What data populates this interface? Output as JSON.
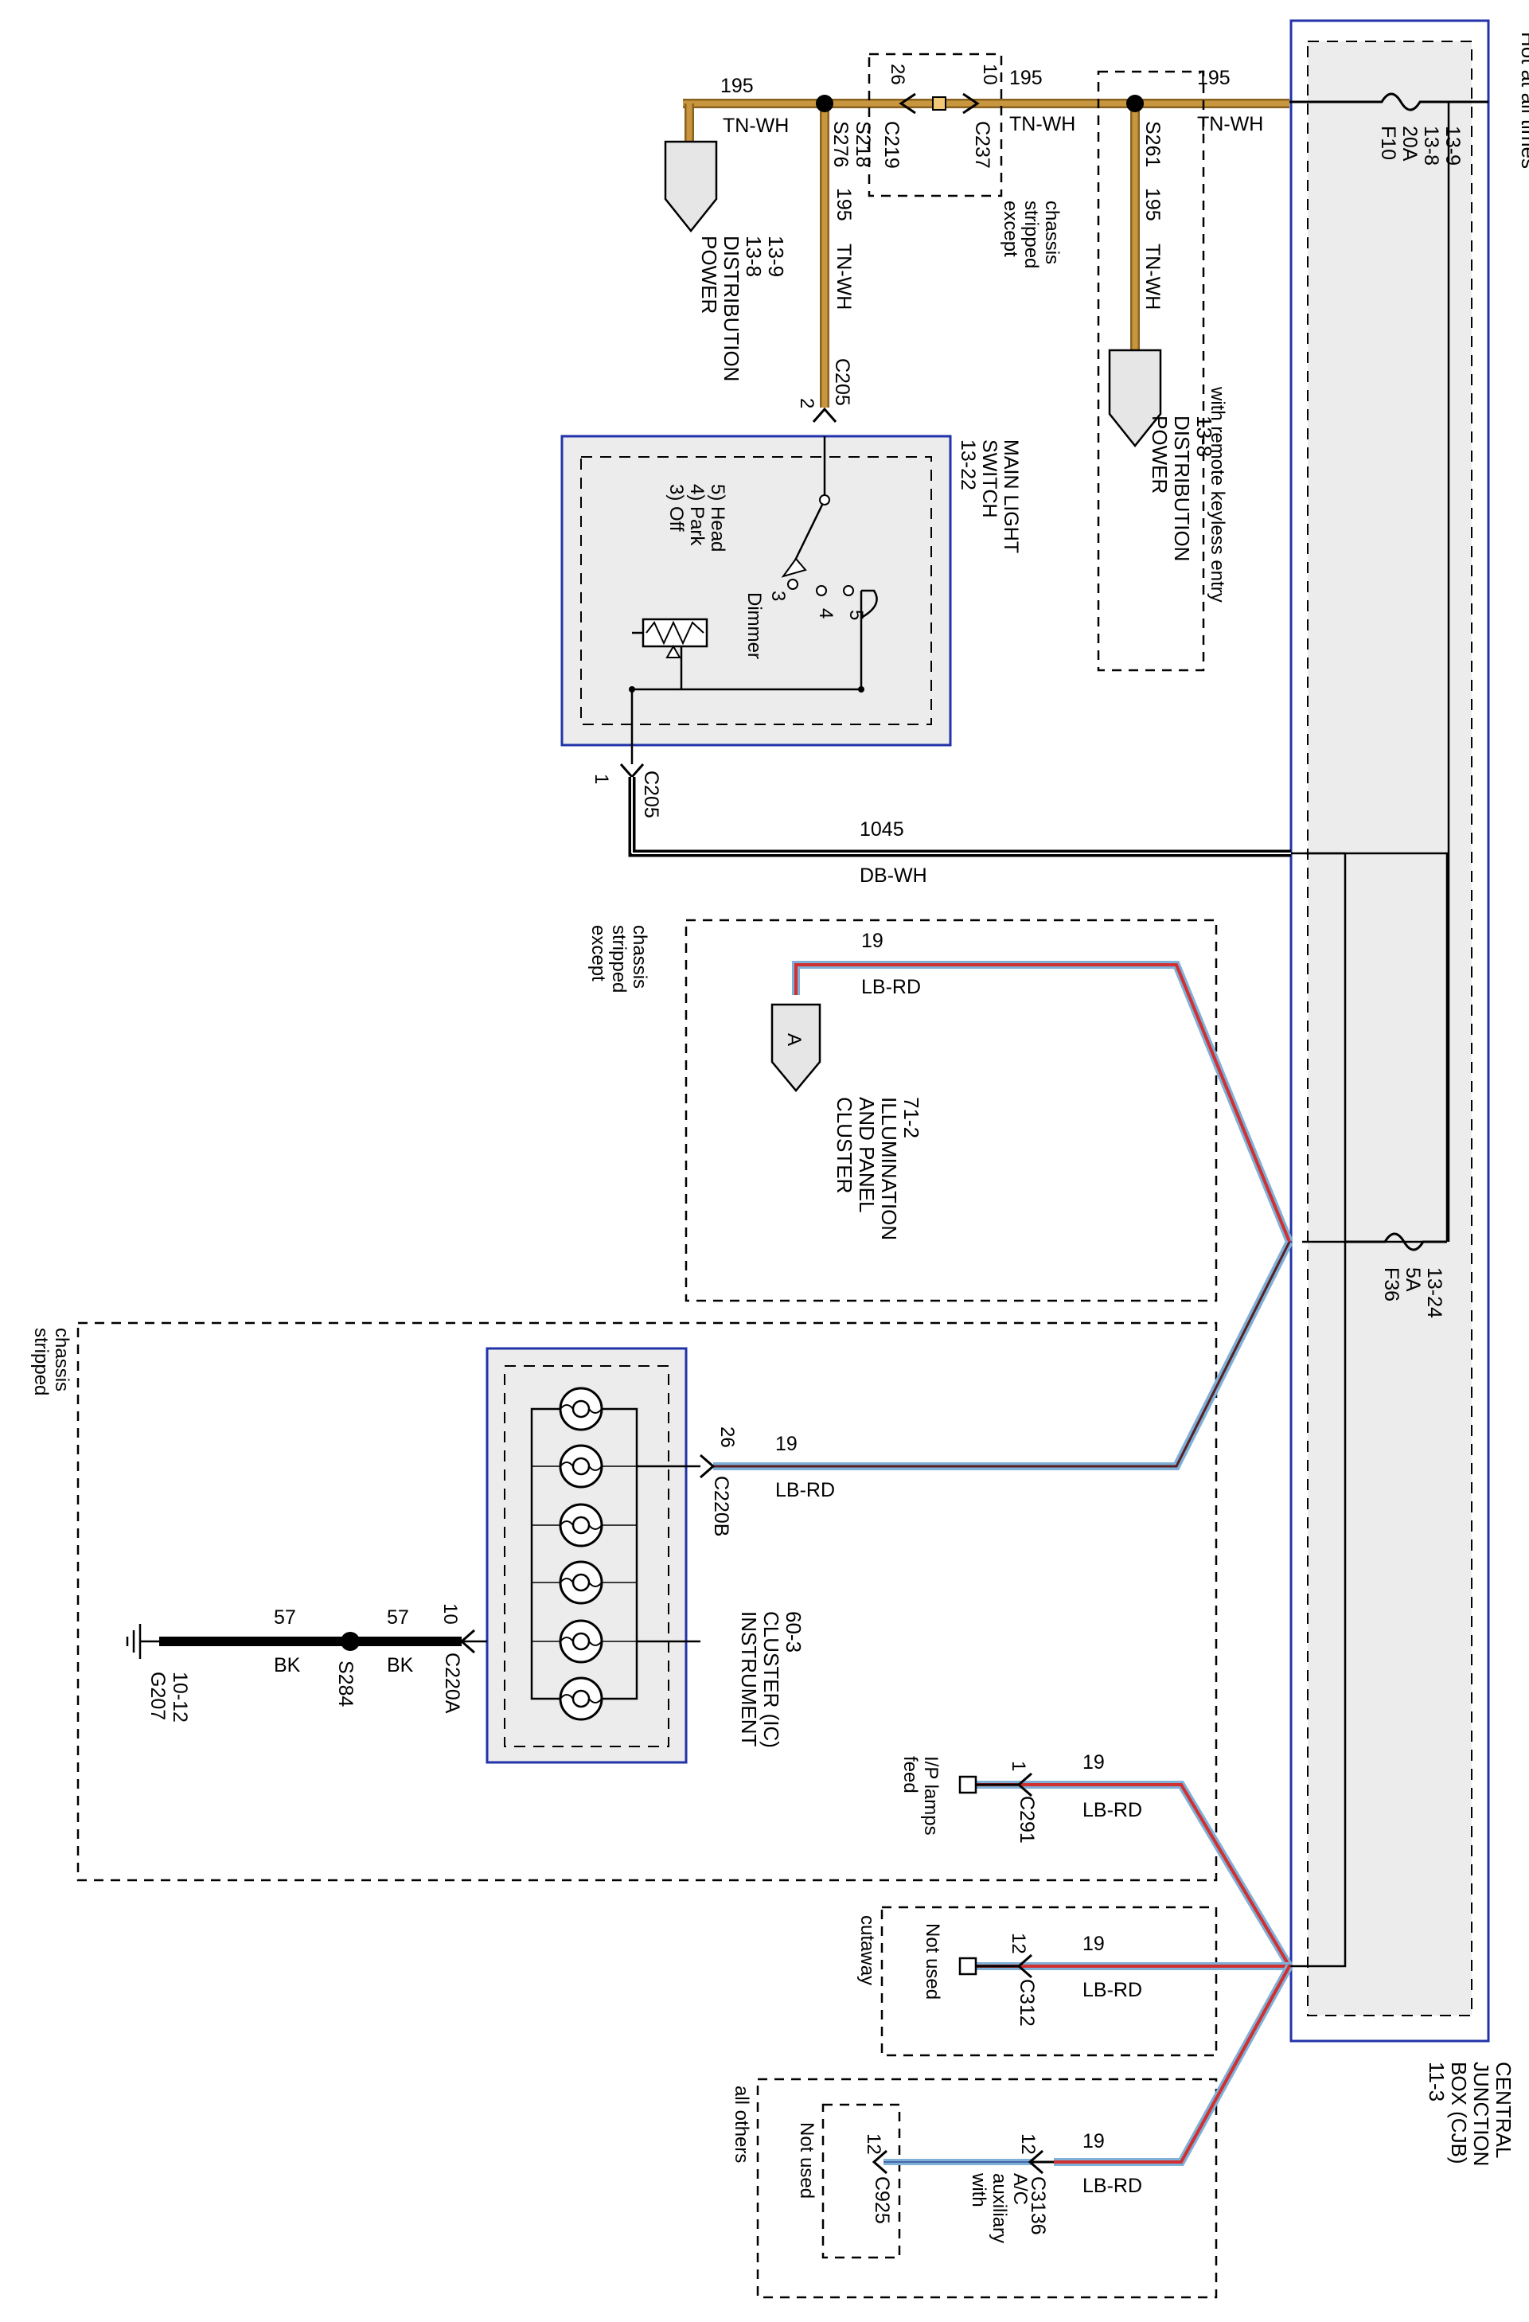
{
  "colors": {
    "tnwh": "#c8963e",
    "lbrd_blue": "#7fb0d8",
    "lbrd_red": "#d03030",
    "dbwh": "#000000",
    "bk": "#000000",
    "module_border": "#2233aa",
    "module_fill": "#ececec"
  },
  "header": {
    "hot_label": "Hot at all times"
  },
  "fuses": {
    "f10": {
      "name": "F10",
      "rating": "20A",
      "ref1": "13-8",
      "ref2": "13-9"
    },
    "f36": {
      "name": "F36",
      "rating": "5A",
      "ref1": "13-24"
    }
  },
  "cjb": {
    "line1": "CENTRAL",
    "line2": "JUNCTION",
    "line3": "BOX (CJB)",
    "ref": "11-3"
  },
  "wires": {
    "w195": {
      "circuit": "195",
      "color": "TN-WH"
    },
    "w1045": {
      "circuit": "1045",
      "color": "DB-WH"
    },
    "w19": {
      "circuit": "19",
      "color": "LB-RD"
    },
    "w57": {
      "circuit": "57",
      "color": "BK"
    }
  },
  "splices": {
    "s261": "S261",
    "s276": "S276",
    "s218": "S218",
    "s284": "S284"
  },
  "connectors": {
    "c219": {
      "name": "C219",
      "pin": "26"
    },
    "c237": {
      "name": "C237",
      "pin": "10"
    },
    "c205": {
      "name": "C205",
      "pin_top": "2",
      "pin_bottom": "1"
    },
    "c220b": {
      "name": "C220B",
      "pin": "26"
    },
    "c220a": {
      "name": "C220A",
      "pin": "10"
    },
    "c291": {
      "name": "C291",
      "pin": "1"
    },
    "c312": {
      "name": "C312",
      "pin": "12"
    },
    "c3136": {
      "name": "C3136",
      "pin": "12"
    },
    "c925": {
      "name": "C925",
      "pin": "12"
    }
  },
  "pd_left": {
    "line1": "POWER",
    "line2": "DISTRIBUTION",
    "ref1": "13-8",
    "ref2": "13-9"
  },
  "pd_right": {
    "line1": "POWER",
    "line2": "DISTRIBUTION",
    "ref1": "13-8"
  },
  "options": {
    "except_stripped_1": "except",
    "except_stripped_2": "stripped",
    "except_stripped_3": "chassis",
    "remote_keyless": "with remote keyless entry",
    "stripped_1": "stripped",
    "stripped_2": "chassis",
    "cutaway": "cutaway",
    "all_others": "all others",
    "with_aux_1": "with",
    "with_aux_2": "auxiliary",
    "with_aux_3": "A/C"
  },
  "light_switch": {
    "title1": "MAIN LIGHT",
    "title2": "SWITCH",
    "ref": "13-22",
    "legend_off": "3) Off",
    "legend_park": "4) Park",
    "legend_head": "5) Head",
    "dimmer": "Dimmer",
    "pos3": "3",
    "pos4": "4",
    "pos5": "5"
  },
  "cluster_ill": {
    "letter": "A",
    "line1": "CLUSTER",
    "line2": "AND PANEL",
    "line3": "ILLUMINATION",
    "ref": "71-2"
  },
  "ic": {
    "line1": "INSTRUMENT",
    "line2": "CLUSTER (IC)",
    "ref": "60-3"
  },
  "ground": {
    "name": "G207",
    "ref": "10-12"
  },
  "ip_lamps": {
    "line1": "I/P lamps",
    "line2": "feed"
  },
  "not_used": "Not used"
}
